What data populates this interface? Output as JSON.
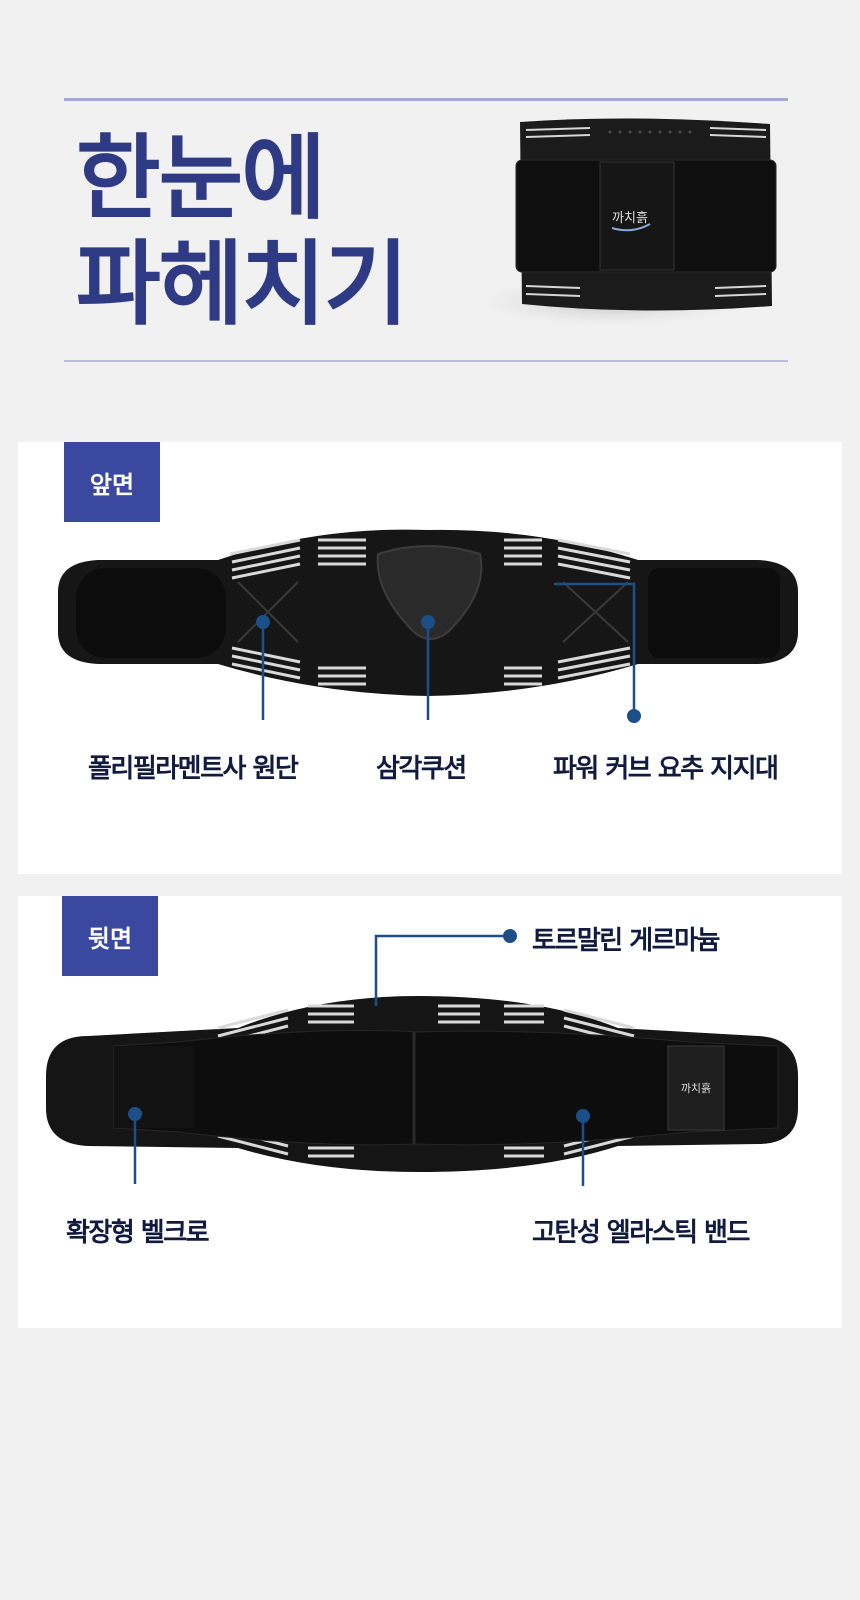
{
  "header": {
    "title_line1": "한눈에",
    "title_line2": "파헤치기",
    "brand_logo_text": "까치흙"
  },
  "front": {
    "tag": "앞면",
    "labels": {
      "fabric": "폴리필라멘트사 원단",
      "cushion": "삼각쿠션",
      "support": "파워 커브 요추 지지대"
    }
  },
  "back": {
    "tag": "뒷면",
    "labels": {
      "germanium": "토르말린 게르마늄",
      "velcro": "확장형 벨크로",
      "band": "고탄성 엘라스틱 밴드"
    },
    "brand_logo_text": "까치흙"
  },
  "colors": {
    "accent": "#3b48a0",
    "title": "#2f3a85",
    "callout": "#1c4f8a",
    "label": "#111a3f",
    "background": "#f1f1f1",
    "panel": "#ffffff"
  }
}
